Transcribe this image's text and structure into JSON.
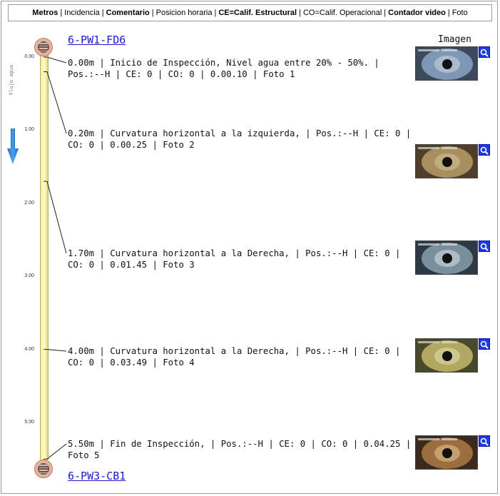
{
  "header": {
    "items": [
      {
        "text": "Metros",
        "bold": true
      },
      {
        "text": "Incidencia",
        "bold": false
      },
      {
        "text": "Comentario",
        "bold": true
      },
      {
        "text": "Posicion horaria",
        "bold": false
      },
      {
        "text": "CE=Calif. Estructural",
        "bold": true
      },
      {
        "text": "CO=Calif. Operacional",
        "bold": false
      },
      {
        "text": "Contador video",
        "bold": true
      },
      {
        "text": "Foto",
        "bold": false
      }
    ],
    "separator": "|"
  },
  "flow_label": "Flujo agua",
  "image_column_title": "Imagen",
  "start_node": "6-PW1-FD6",
  "end_node": "6-PW3-CB1",
  "scale_ticks": [
    "0.00",
    "1.00",
    "2.00",
    "3.00",
    "4.00",
    "5.00"
  ],
  "entries": [
    {
      "meters": 0.0,
      "text": "0.00m | Inicio de Inspección, Nivel agua  entre 20% - 50%. | Pos.:--H | CE: 0 | CO: 0 | 0.00.10 | Foto 1",
      "photo": "Foto 1"
    },
    {
      "meters": 0.2,
      "text": "0.20m | Curvatura horizontal a la izquierda, | Pos.:--H | CE: 0 | CO: 0 | 0.00.25 | Foto 2",
      "photo": "Foto 2"
    },
    {
      "meters": 1.7,
      "text": "1.70m | Curvatura horizontal a la Derecha, | Pos.:--H | CE: 0 | CO: 0 | 0.01.45 | Foto 3",
      "photo": "Foto 3"
    },
    {
      "meters": 4.0,
      "text": "4.00m | Curvatura horizontal a la Derecha, | Pos.:--H | CE: 0 | CO: 0 | 0.03.49 | Foto 4",
      "photo": "Foto 4"
    },
    {
      "meters": 5.5,
      "text": "5.50m | Fin de Inspección, | Pos.:--H | CE: 0 | CO: 0 | 0.04.25 | Foto 5",
      "photo": "Foto 5"
    }
  ],
  "icons": {
    "zoom": "magnifier-icon",
    "manhole": "manhole-icon",
    "flow": "arrow-down-icon"
  },
  "colors": {
    "pipe": "#f6f1a8",
    "link": "#1a1acc",
    "zoom_button": "#1d39e6",
    "manhole": "#e7b39c",
    "flow_arrow": "#2b88d8"
  }
}
